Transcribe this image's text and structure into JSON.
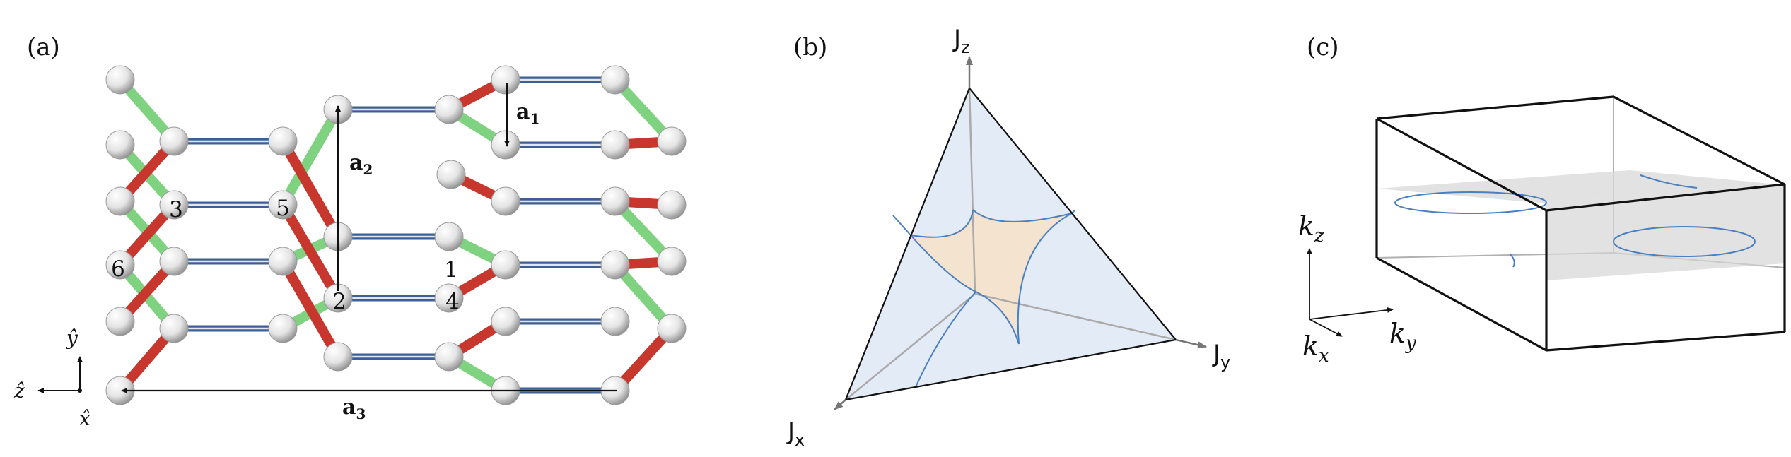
{
  "panel_labels": {
    "a": "(a)",
    "b": "(b)",
    "c": "(c)"
  },
  "panel_a": {
    "site_labels": {
      "s1": "1",
      "s2": "2",
      "s3": "3",
      "s4": "4",
      "s5": "5",
      "s6": "6"
    },
    "vectors": {
      "a1": "a",
      "a1_sub": "1",
      "a2": "a",
      "a2_sub": "2",
      "a3": "a",
      "a3_sub": "3"
    },
    "axes": {
      "y": "ŷ",
      "z": "ẑ",
      "x": "x̂"
    }
  },
  "panel_b": {
    "axes": {
      "x": "J",
      "x_sub": "x",
      "y": "J",
      "y_sub": "y",
      "z": "J",
      "z_sub": "z"
    }
  },
  "panel_c": {
    "axes": {
      "kz": "k",
      "kz_sub": "z",
      "ky": "k",
      "ky_sub": "y",
      "kx": "k",
      "kx_sub": "x"
    }
  },
  "colors": {
    "x_bond": "#c8372d",
    "y_bond": "#7fd27f",
    "z_bond": "#3d5f95",
    "triangle_fill": "#e3ebf7",
    "gapless_fill": "#f4e3cf",
    "curve": "#4a7fc0",
    "plane": "#d6d6d6"
  }
}
